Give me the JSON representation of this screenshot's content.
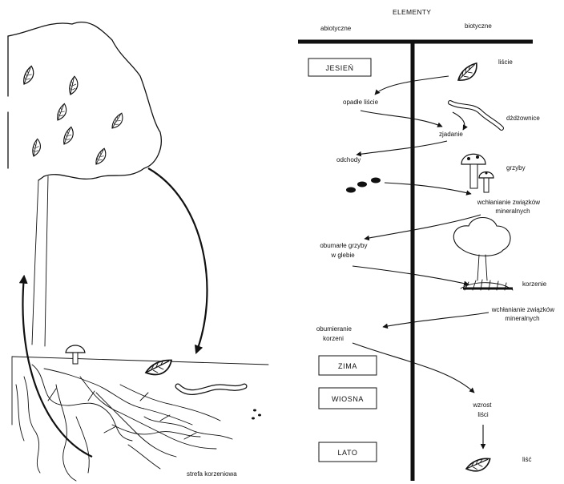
{
  "header": {
    "title": "ELEMENTY",
    "col_abiotic": "abiotyczne",
    "col_biotic": "biotyczne"
  },
  "seasons": {
    "autumn": "JESIEŃ",
    "winter": "ZIMA",
    "spring": "WIOSNA",
    "summer": "LATO"
  },
  "biotic_labels": {
    "leaves": "liście",
    "earthworms": "dżdżownice",
    "fungi": "grzyby",
    "roots": "korzenie",
    "leaf": "liść"
  },
  "process_labels": {
    "leaf_fall": "opadłe liście",
    "eating": "zjadanie",
    "excrement": "odchody",
    "absorption_1": [
      "wchłanianie związków",
      "mineralnych"
    ],
    "dead_fungi": [
      "obumarłe grzyby",
      "w glebie"
    ],
    "absorption_2": [
      "wchłanianie związków",
      "mineralnych"
    ],
    "dying_roots": [
      "obumieranie",
      "korzeni"
    ],
    "leaf_growth": [
      "wzrost",
      "liści"
    ]
  },
  "left_illustration": {
    "root_zone_caption": "strefa korzeniowa"
  },
  "colors": {
    "ink": "#111111",
    "background": "#ffffff"
  }
}
